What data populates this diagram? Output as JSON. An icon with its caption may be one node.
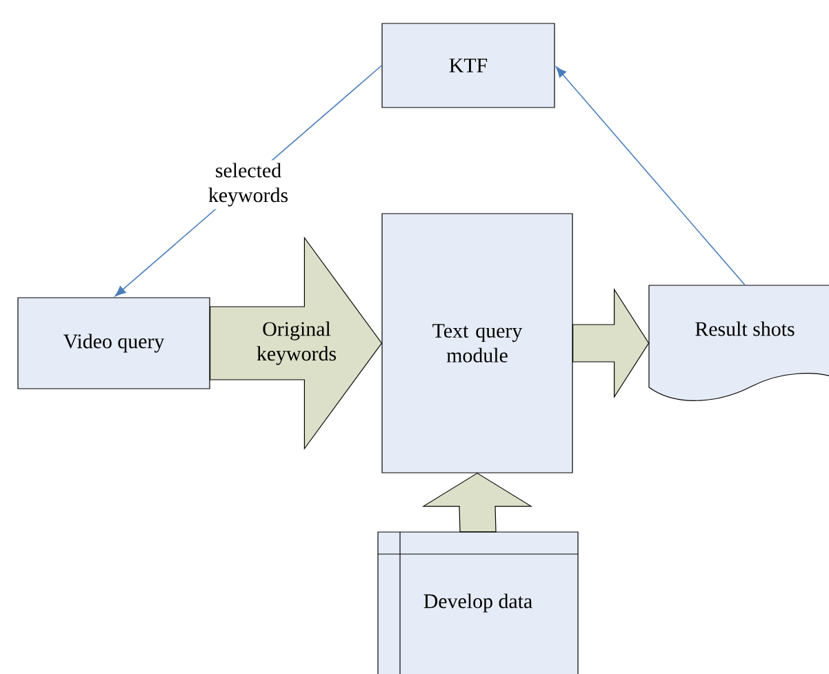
{
  "diagram": {
    "nodes": [
      {
        "text": [
          "KTF"
        ]
      },
      {
        "text": [
          "Video query"
        ]
      },
      {
        "text": [
          "Text query module"
        ]
      },
      {
        "text": [
          "Result shots"
        ]
      },
      {
        "text": [
          "Develop data"
        ]
      }
    ],
    "edges": [
      {
        "from": 0,
        "to": 1,
        "arrow": "to",
        "label": "selected keywords",
        "color": "#4a7ebb"
      },
      {
        "from": 1,
        "to": 2,
        "arrow": "to",
        "label": "Original keywords"
      },
      {
        "from": 2,
        "to": 3,
        "arrow": "to"
      },
      {
        "from": 4,
        "to": 2,
        "arrow": "to"
      },
      {
        "from": 3,
        "to": 0,
        "arrow": "to",
        "color": "#4a7ebb"
      }
    ]
  }
}
